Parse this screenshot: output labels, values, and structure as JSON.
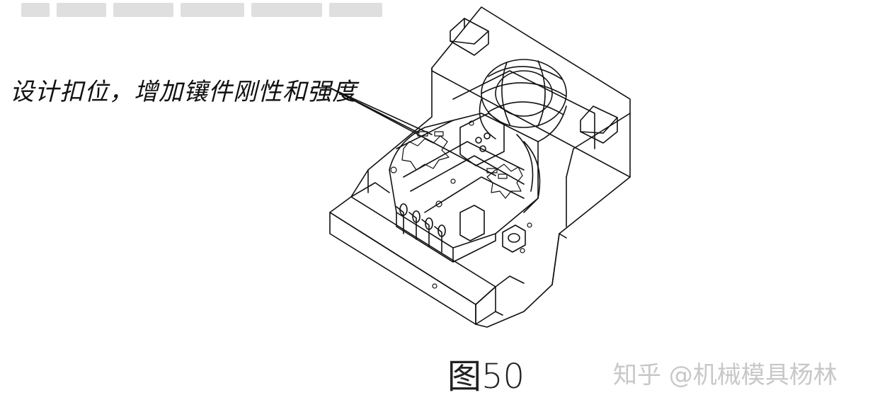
{
  "callout": {
    "text": "设计扣位，增加镶件刚性和强度"
  },
  "figure": {
    "label": "图50"
  },
  "watermark": {
    "text": "知乎 @机械模具杨林"
  },
  "colors": {
    "line": "#111111",
    "background": "#ffffff",
    "watermark": "#c8c8c8"
  }
}
